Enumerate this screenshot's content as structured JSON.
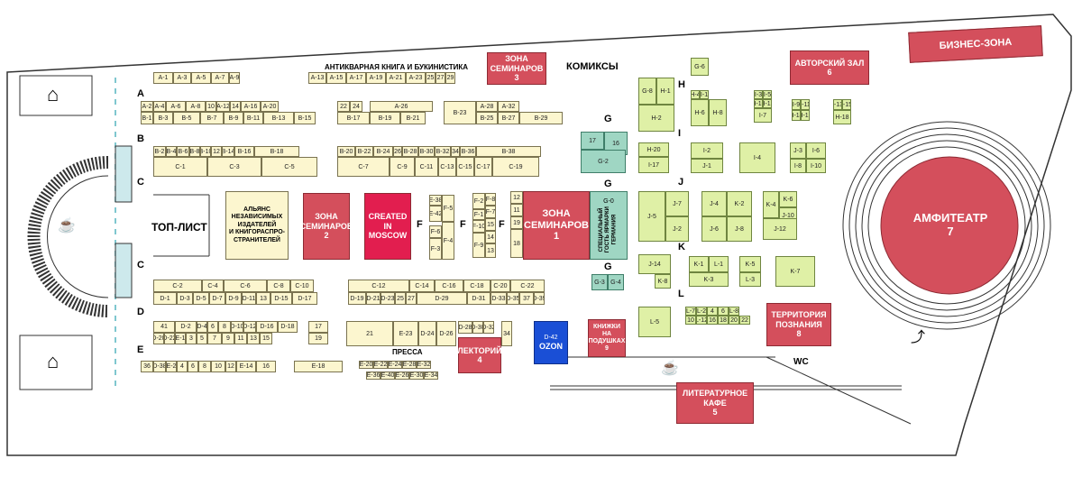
{
  "rows": {
    "A": "A",
    "B": "B",
    "C": "C",
    "C2": "C",
    "D": "D",
    "E": "E",
    "F1": "F",
    "F2": "F",
    "F3": "F",
    "G1": "G",
    "G2": "G",
    "G3": "G",
    "H": "H",
    "I": "I",
    "J": "J",
    "K": "K",
    "L": "L"
  },
  "labels": {
    "antique": "АНТИКВАРНАЯ КНИГА И БУКИНИСТИКА",
    "comics": "КОМИКСЫ",
    "press": "ПРЕССА",
    "toplist": "ТОП-ЛИСТ",
    "wc": "WC"
  },
  "zones": {
    "business": "БИЗНЕС-ЗОНА",
    "author_hall": "АВТОРСКИЙ ЗАЛ\n6",
    "seminar3": "ЗОНА\nСЕМИНАРОВ\n3",
    "seminar2": "ЗОНА\nСЕМИНАРОВ\n2",
    "seminar1": "ЗОНА\nСЕМИНАРОВ\n1",
    "created": "CREATED\nIN\nMOSCOW",
    "amphitheatre": "АМФИТЕАТР\n7",
    "territory": "ТЕРРИТОРИЯ\nПОЗНАНИЯ\n8",
    "lectorium": "ЛЕКТОРИЙ\n4",
    "pillows": "КНИЖКИ НА\nПОДУШКАХ\n9",
    "lit_cafe": "ЛИТЕРАТУРНОЕ\nКАФЕ\n5",
    "ozon": "OZON",
    "ozon_code": "D-42",
    "alliance": "АЛЬЯНС\nНЕЗАВИСИМЫХ\nИЗДАТЕЛЕЙ\nИ КНИГОРАСПРО-\nСТРАНИТЕЛЕЙ",
    "germany": "СПЕЦИАЛЬНЫЙ\nГОСТЬ ЯРМАРКИ\nГЕРМАНИЯ",
    "g0": "G-0"
  },
  "booths": [
    {
      "id": "A-1"
    },
    {
      "id": "A-3"
    },
    {
      "id": "A-5"
    },
    {
      "id": "A-7"
    },
    {
      "id": "A-9"
    },
    {
      "id": "A-13"
    },
    {
      "id": "A-15"
    },
    {
      "id": "A-17"
    },
    {
      "id": "A-19"
    },
    {
      "id": "A-21"
    },
    {
      "id": "A-23"
    },
    {
      "id": "25"
    },
    {
      "id": "27"
    },
    {
      "id": "29"
    },
    {
      "id": "A-2"
    },
    {
      "id": "A-4"
    },
    {
      "id": "A-6"
    },
    {
      "id": "A-8"
    },
    {
      "id": "10"
    },
    {
      "id": "A-12"
    },
    {
      "id": "14"
    },
    {
      "id": "A-16"
    },
    {
      "id": "A-20"
    },
    {
      "id": "22"
    },
    {
      "id": "24"
    },
    {
      "id": "A-26"
    },
    {
      "id": "A-28"
    },
    {
      "id": "A-32"
    },
    {
      "id": "B-1"
    },
    {
      "id": "B-3"
    },
    {
      "id": "B-5"
    },
    {
      "id": "B-7"
    },
    {
      "id": "B-9"
    },
    {
      "id": "B-11"
    },
    {
      "id": "B-13"
    },
    {
      "id": "B-15"
    },
    {
      "id": "B-17"
    },
    {
      "id": "B-19"
    },
    {
      "id": "B-21"
    },
    {
      "id": "B-23"
    },
    {
      "id": "B-25"
    },
    {
      "id": "B-27"
    },
    {
      "id": "B-29"
    },
    {
      "id": "B-2"
    },
    {
      "id": "B-4"
    },
    {
      "id": "B-6"
    },
    {
      "id": "B-8"
    },
    {
      "id": "B-10"
    },
    {
      "id": "12"
    },
    {
      "id": "B-14"
    },
    {
      "id": "B-16"
    },
    {
      "id": "B-18"
    },
    {
      "id": "B-20"
    },
    {
      "id": "B-22"
    },
    {
      "id": "B-24"
    },
    {
      "id": "26"
    },
    {
      "id": "B-28"
    },
    {
      "id": "B-30"
    },
    {
      "id": "B-32"
    },
    {
      "id": "34"
    },
    {
      "id": "B-36"
    },
    {
      "id": "B-38"
    },
    {
      "id": "C-1"
    },
    {
      "id": "C-3"
    },
    {
      "id": "C-5"
    },
    {
      "id": "C-7"
    },
    {
      "id": "C-9"
    },
    {
      "id": "C-11"
    },
    {
      "id": "C-13"
    },
    {
      "id": "C-15"
    },
    {
      "id": "C-17"
    },
    {
      "id": "C-19"
    },
    {
      "id": "C-2"
    },
    {
      "id": "C-4"
    },
    {
      "id": "C-6"
    },
    {
      "id": "C-8"
    },
    {
      "id": "C-10"
    },
    {
      "id": "C-12"
    },
    {
      "id": "C-14"
    },
    {
      "id": "C-16"
    },
    {
      "id": "C-18"
    },
    {
      "id": "C-20"
    },
    {
      "id": "C-22"
    },
    {
      "id": "D-1"
    },
    {
      "id": "D-3"
    },
    {
      "id": "D-5"
    },
    {
      "id": "D-7"
    },
    {
      "id": "D-9"
    },
    {
      "id": "D-11"
    },
    {
      "id": "13"
    },
    {
      "id": "D-15"
    },
    {
      "id": "D-17"
    },
    {
      "id": "D-19"
    },
    {
      "id": "D-21"
    },
    {
      "id": "D-23"
    },
    {
      "id": "25"
    },
    {
      "id": "27"
    },
    {
      "id": "D-29"
    },
    {
      "id": "D-31"
    },
    {
      "id": "D-33"
    },
    {
      "id": "D-35"
    },
    {
      "id": "37"
    },
    {
      "id": "D-39"
    },
    {
      "id": "41"
    },
    {
      "id": "D-2"
    },
    {
      "id": "D-4"
    },
    {
      "id": "6"
    },
    {
      "id": "8"
    },
    {
      "id": "D-10"
    },
    {
      "id": "D-12"
    },
    {
      "id": "D-16"
    },
    {
      "id": "D-18"
    },
    {
      "id": "D-20"
    },
    {
      "id": "D-22"
    },
    {
      "id": "E-1"
    },
    {
      "id": "3"
    },
    {
      "id": "5"
    },
    {
      "id": "7"
    },
    {
      "id": "9"
    },
    {
      "id": "11"
    },
    {
      "id": "13"
    },
    {
      "id": "15"
    },
    {
      "id": "17"
    },
    {
      "id": "19"
    },
    {
      "id": "21"
    },
    {
      "id": "E-23"
    },
    {
      "id": "D-24"
    },
    {
      "id": "D-26"
    },
    {
      "id": "D-28"
    },
    {
      "id": "D-30"
    },
    {
      "id": "D-32"
    },
    {
      "id": "34"
    },
    {
      "id": "36"
    },
    {
      "id": "D-38"
    },
    {
      "id": "E-2"
    },
    {
      "id": "4"
    },
    {
      "id": "6"
    },
    {
      "id": "8"
    },
    {
      "id": "10"
    },
    {
      "id": "12"
    },
    {
      "id": "E-14"
    },
    {
      "id": "16"
    },
    {
      "id": "E-18"
    },
    {
      "id": "E-20"
    },
    {
      "id": "E-22"
    },
    {
      "id": "E-24"
    },
    {
      "id": "E-28"
    },
    {
      "id": "E-32"
    },
    {
      "id": "E-36"
    },
    {
      "id": "E-40"
    },
    {
      "id": "E-26"
    },
    {
      "id": "E-30"
    },
    {
      "id": "E-34"
    },
    {
      "id": "E-38"
    },
    {
      "id": "E-42"
    },
    {
      "id": "F-6"
    },
    {
      "id": "F-5"
    },
    {
      "id": "F-3"
    },
    {
      "id": "F-4"
    },
    {
      "id": "F-2"
    },
    {
      "id": "F-1"
    },
    {
      "id": "F-10"
    },
    {
      "id": "F-9"
    },
    {
      "id": "F-8"
    },
    {
      "id": "F-7"
    },
    {
      "id": "15"
    },
    {
      "id": "14"
    },
    {
      "id": "13"
    },
    {
      "id": "12"
    },
    {
      "id": "11"
    },
    {
      "id": "19"
    },
    {
      "id": "18"
    },
    {
      "id": "17"
    },
    {
      "id": "16"
    },
    {
      "id": "G-2"
    },
    {
      "id": "G-3"
    },
    {
      "id": "G-4"
    },
    {
      "id": "G-6"
    },
    {
      "id": "G-8"
    },
    {
      "id": "H-1"
    },
    {
      "id": "H-2"
    },
    {
      "id": "H-4"
    },
    {
      "id": "I-1"
    },
    {
      "id": "H-6"
    },
    {
      "id": "H-8"
    },
    {
      "id": "I-3"
    },
    {
      "id": "I-5"
    },
    {
      "id": "H-10"
    },
    {
      "id": "H-12"
    },
    {
      "id": "I-7"
    },
    {
      "id": "I-9"
    },
    {
      "id": "I-11"
    },
    {
      "id": "H-14"
    },
    {
      "id": "H-16"
    },
    {
      "id": "I-13"
    },
    {
      "id": "I-15"
    },
    {
      "id": "H-18"
    },
    {
      "id": "H-20"
    },
    {
      "id": "I-17"
    },
    {
      "id": "I-2"
    },
    {
      "id": "J-1"
    },
    {
      "id": "I-4"
    },
    {
      "id": "J-3"
    },
    {
      "id": "I-6"
    },
    {
      "id": "I-8"
    },
    {
      "id": "I-10"
    },
    {
      "id": "J-5"
    },
    {
      "id": "J-7"
    },
    {
      "id": "J-2"
    },
    {
      "id": "J-4"
    },
    {
      "id": "K-2"
    },
    {
      "id": "J-6"
    },
    {
      "id": "J-8"
    },
    {
      "id": "K-4"
    },
    {
      "id": "K-6"
    },
    {
      "id": "J-10"
    },
    {
      "id": "J-12"
    },
    {
      "id": "J-14"
    },
    {
      "id": "K-8"
    },
    {
      "id": "K-1"
    },
    {
      "id": "L-1"
    },
    {
      "id": "K-3"
    },
    {
      "id": "K-5"
    },
    {
      "id": "L-3"
    },
    {
      "id": "K-7"
    },
    {
      "id": "L-5"
    },
    {
      "id": "L-7"
    },
    {
      "id": "L-2"
    },
    {
      "id": "4"
    },
    {
      "id": "6"
    },
    {
      "id": "L-8"
    },
    {
      "id": "10"
    },
    {
      "id": "L-12"
    },
    {
      "id": "16"
    },
    {
      "id": "18"
    },
    {
      "id": "20"
    },
    {
      "id": "22"
    },
    {
      "id": "24"
    }
  ]
}
